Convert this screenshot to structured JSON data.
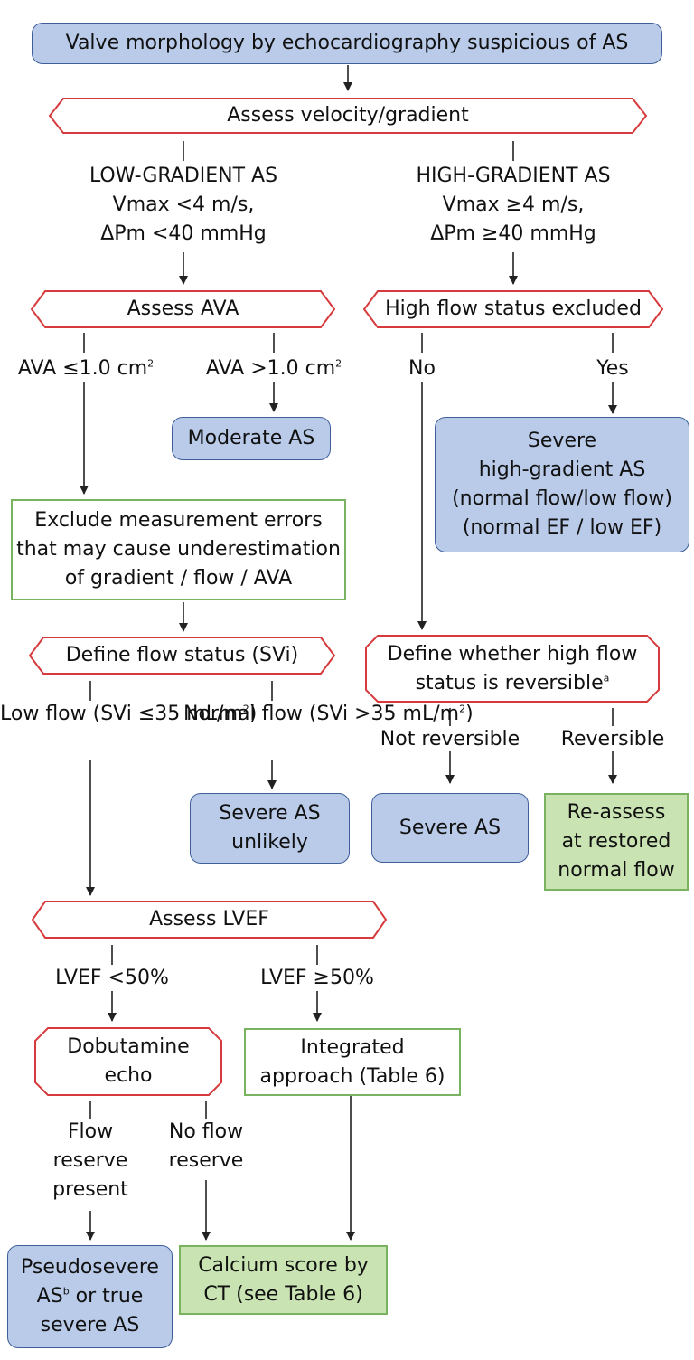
{
  "colors": {
    "blue_fill": "#b9cbe9",
    "blue_border": "#3f5f9a",
    "red_border": "#d63a3c",
    "green_border": "#79b35f",
    "green_fill": "#c9e4b2",
    "line": "#222222"
  },
  "nodes": {
    "start": "Valve morphology by echocardiography suspicious of AS",
    "assess_gradient": "Assess velocity/gradient",
    "assess_ava": "Assess AVA",
    "high_flow_excluded": "High flow status excluded",
    "moderate_as": "Moderate AS",
    "severe_high_gradient": "Severe\nhigh-gradient AS\n(normal flow/low flow)\n(normal EF / low EF)",
    "exclude_errors": "Exclude measurement errors\nthat may cause underestimation\nof gradient / flow / AVA",
    "define_flow": "Define flow status (SVi)",
    "define_reversible": "Define whether high flow\nstatus is reversible",
    "define_reversible_sup": "a",
    "severe_as_unlikely": "Severe AS\nunlikely",
    "severe_as": "Severe AS",
    "reassess": "Re-assess\nat restored\nnormal flow",
    "assess_lvef": "Assess LVEF",
    "dobutamine": "Dobutamine\necho",
    "integrated": "Integrated\napproach (Table 6)",
    "pseudosevere_pre": "Pseudosevere\nAS",
    "pseudosevere_sup": "b",
    "pseudosevere_post": " or true\nsevere AS",
    "calcium": "Calcium score by\nCT (see Table 6)"
  },
  "labels": {
    "low_gradient": "LOW-GRADIENT AS\nVmax <4 m/s,\nΔPm <40 mmHg",
    "high_gradient": "HIGH-GRADIENT AS\nVmax ≥4 m/s,\nΔPm ≥40 mmHg",
    "ava_le": "AVA ≤1.0 cm",
    "ava_gt": "AVA >1.0 cm",
    "squared": "2",
    "no": "No",
    "yes": "Yes",
    "low_flow_pre": "Low flow\n(SVi ≤35 mL/m",
    "low_flow_post": ")",
    "normal_flow_pre": "Normal flow\n(SVi >35 mL/m",
    "normal_flow_post": ")",
    "not_reversible": "Not reversible",
    "reversible": "Reversible",
    "lvef_lt": "LVEF <50%",
    "lvef_ge": "LVEF ≥50%",
    "flow_reserve_present": "Flow\nreserve\npresent",
    "no_flow_reserve": "No flow\nreserve"
  }
}
